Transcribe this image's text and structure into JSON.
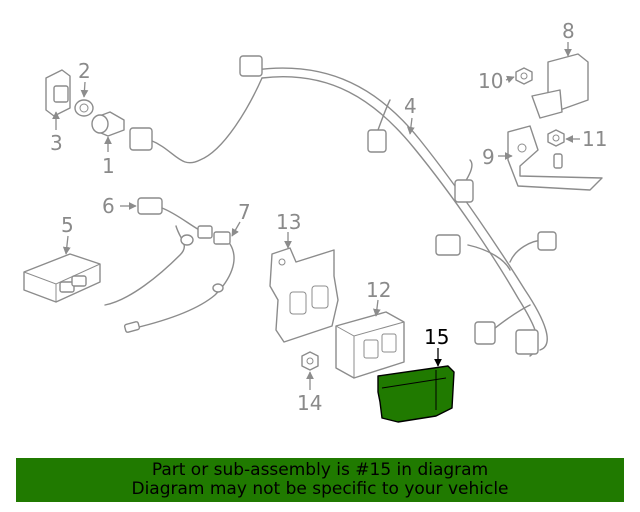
{
  "diagram": {
    "callouts": [
      "1",
      "2",
      "3",
      "4",
      "5",
      "6",
      "7",
      "8",
      "9",
      "10",
      "11",
      "12",
      "13",
      "14",
      "15"
    ],
    "highlighted_callout": "15",
    "highlight_color": "#207a00",
    "line_color": "#8c8c8c"
  },
  "banner": {
    "line1": "Part or sub-assembly is #15 in diagram",
    "line2": "Diagram may not be specific to your vehicle",
    "background": "#207a00"
  }
}
